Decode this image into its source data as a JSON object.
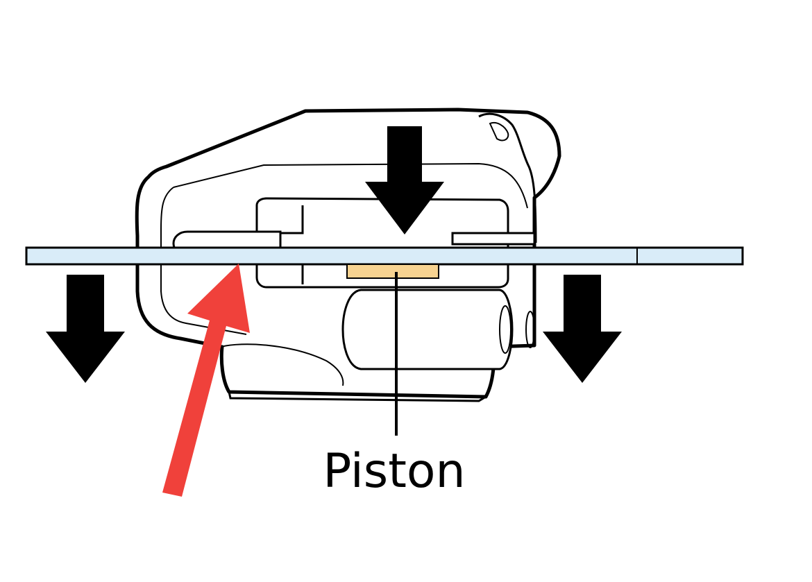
{
  "diagram": {
    "labels": {
      "piston": "Piston"
    },
    "colors": {
      "outline": "#000000",
      "caliper_body": "#ffffff",
      "disc_rotor": "#d9ecf8",
      "brake_pad": "#f7d391",
      "pointer_arrow": "#f0413b",
      "force_arrows": "#000000"
    },
    "arrows": {
      "force_arrow_count": 3,
      "force_arrow_direction": "down",
      "pointer_arrow_direction": "up-right"
    }
  }
}
